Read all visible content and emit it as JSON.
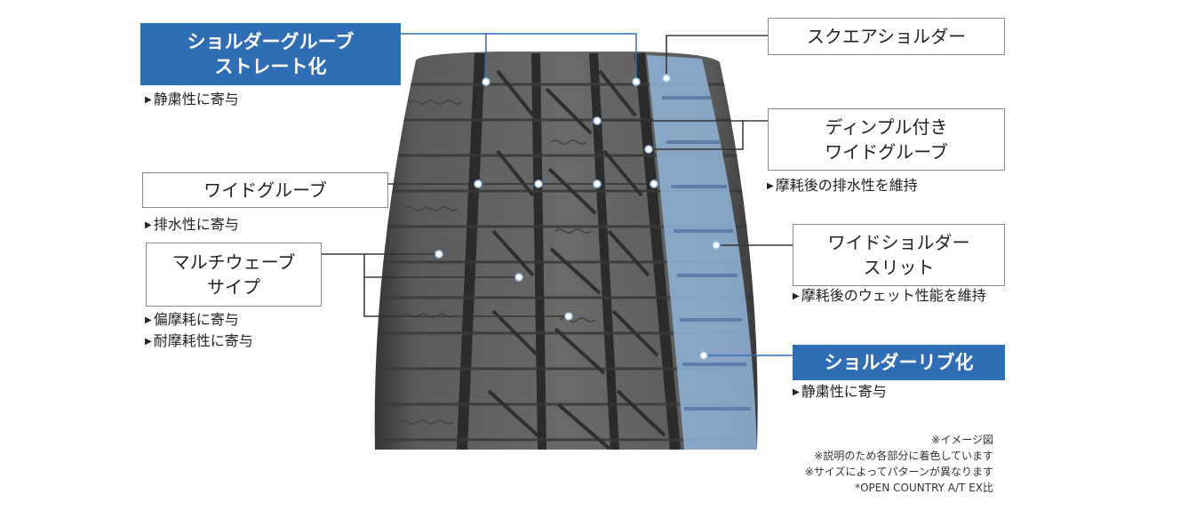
{
  "labels": {
    "shoulder_groove": {
      "line1": "ショルダーグルーブ",
      "line2": "ストレート化",
      "notes": [
        "静粛性に寄与"
      ]
    },
    "wide_groove": {
      "line1": "ワイドグルーブ",
      "notes": [
        "排水性に寄与"
      ]
    },
    "multiwave_sipe": {
      "line1": "マルチウェーブ",
      "line2": "サイプ",
      "notes": [
        "偏摩耗に寄与",
        "耐摩耗性に寄与"
      ]
    },
    "square_shoulder": {
      "line1": "スクエアショルダー"
    },
    "dimple_groove": {
      "line1": "ディンプル付き",
      "line2": "ワイドグルーブ",
      "notes": [
        "摩耗後の排水性を維持"
      ]
    },
    "wide_shoulder_slit": {
      "line1": "ワイドショルダー",
      "line2": "スリット",
      "notes": [
        "摩耗後のウェット性能を維持"
      ]
    },
    "shoulder_rib": {
      "line1": "ショルダーリブ化",
      "notes": [
        "静粛性に寄与"
      ]
    }
  },
  "footnotes": [
    "※イメージ図",
    "※説明のため各部分に着色しています",
    "※サイズによってパターンが異なります",
    "*OPEN COUNTRY A/T EX比"
  ],
  "colors": {
    "accent": "#2f6eb5",
    "leader_dark": "#333333",
    "tire_tread": "#5a5a5a",
    "shoulder_highlight": "#8fb4d9"
  }
}
